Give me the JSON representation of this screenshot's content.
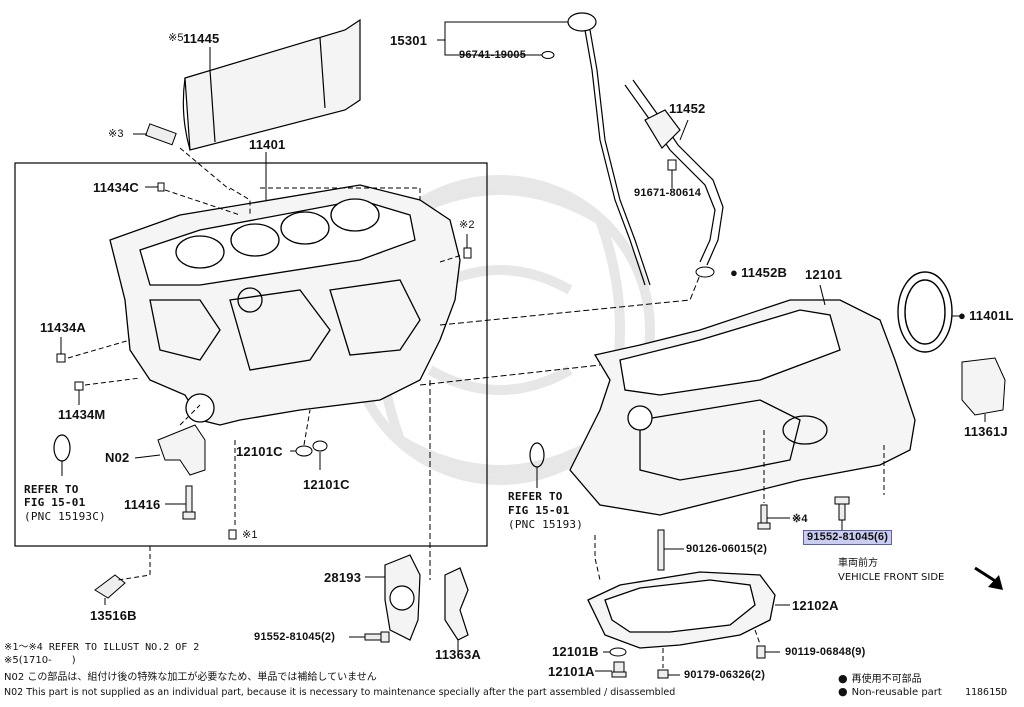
{
  "parts": {
    "p11445": "11445",
    "p11445_prefix": "※5",
    "p15301": "15301",
    "p96741": "96741-19005",
    "p11452": "11452",
    "p91671": "91671-80614",
    "p3": "※3",
    "p11401": "11401",
    "p11434C": "11434C",
    "p2": "※2",
    "p11434A": "11434A",
    "p11434M": "11434M",
    "pN02": "N02",
    "p11416": "11416",
    "p13516B": "13516B",
    "p12101C_a": "12101C",
    "p12101C_b": "12101C",
    "p1": "※1",
    "p11452B": "11452B",
    "p12101": "12101",
    "p11401L": "11401L",
    "p11361J": "11361J",
    "p4": "※4",
    "p91552_hl": "91552-81045(6)",
    "p90126": "90126-06015(2)",
    "p28193": "28193",
    "p91552_b": "91552-81045(2)",
    "p11363A": "11363A",
    "p12102A": "12102A",
    "p12101B": "12101B",
    "p12101A": "12101A",
    "p90119": "90119-06848(9)",
    "p90179": "90179-06326(2)"
  },
  "refs": {
    "left_line1": "REFER TO",
    "left_line2": "FIG 15-01",
    "left_line3": "(PNC 15193C)",
    "mid_line1": "REFER TO",
    "mid_line2": "FIG 15-01",
    "mid_line3": "(PNC 15193)"
  },
  "direction": {
    "jp": "車両前方",
    "en": "VEHICLE FRONT SIDE"
  },
  "notes": {
    "n1": "※1～※4 REFER TO ILLUST NO.2 OF 2",
    "n2": "※5(1710-　　)",
    "n3": "N02  この部品は、組付け後の特殊な加工が必要なため、単品では補給していません",
    "n4": "N02  This part is not supplied as an individual part, because it is necessary to maintenance specially after the part assembled / disassembled"
  },
  "legend": {
    "jp": "再使用不可部品",
    "en": "Non-reusable part",
    "code": "118615D"
  }
}
